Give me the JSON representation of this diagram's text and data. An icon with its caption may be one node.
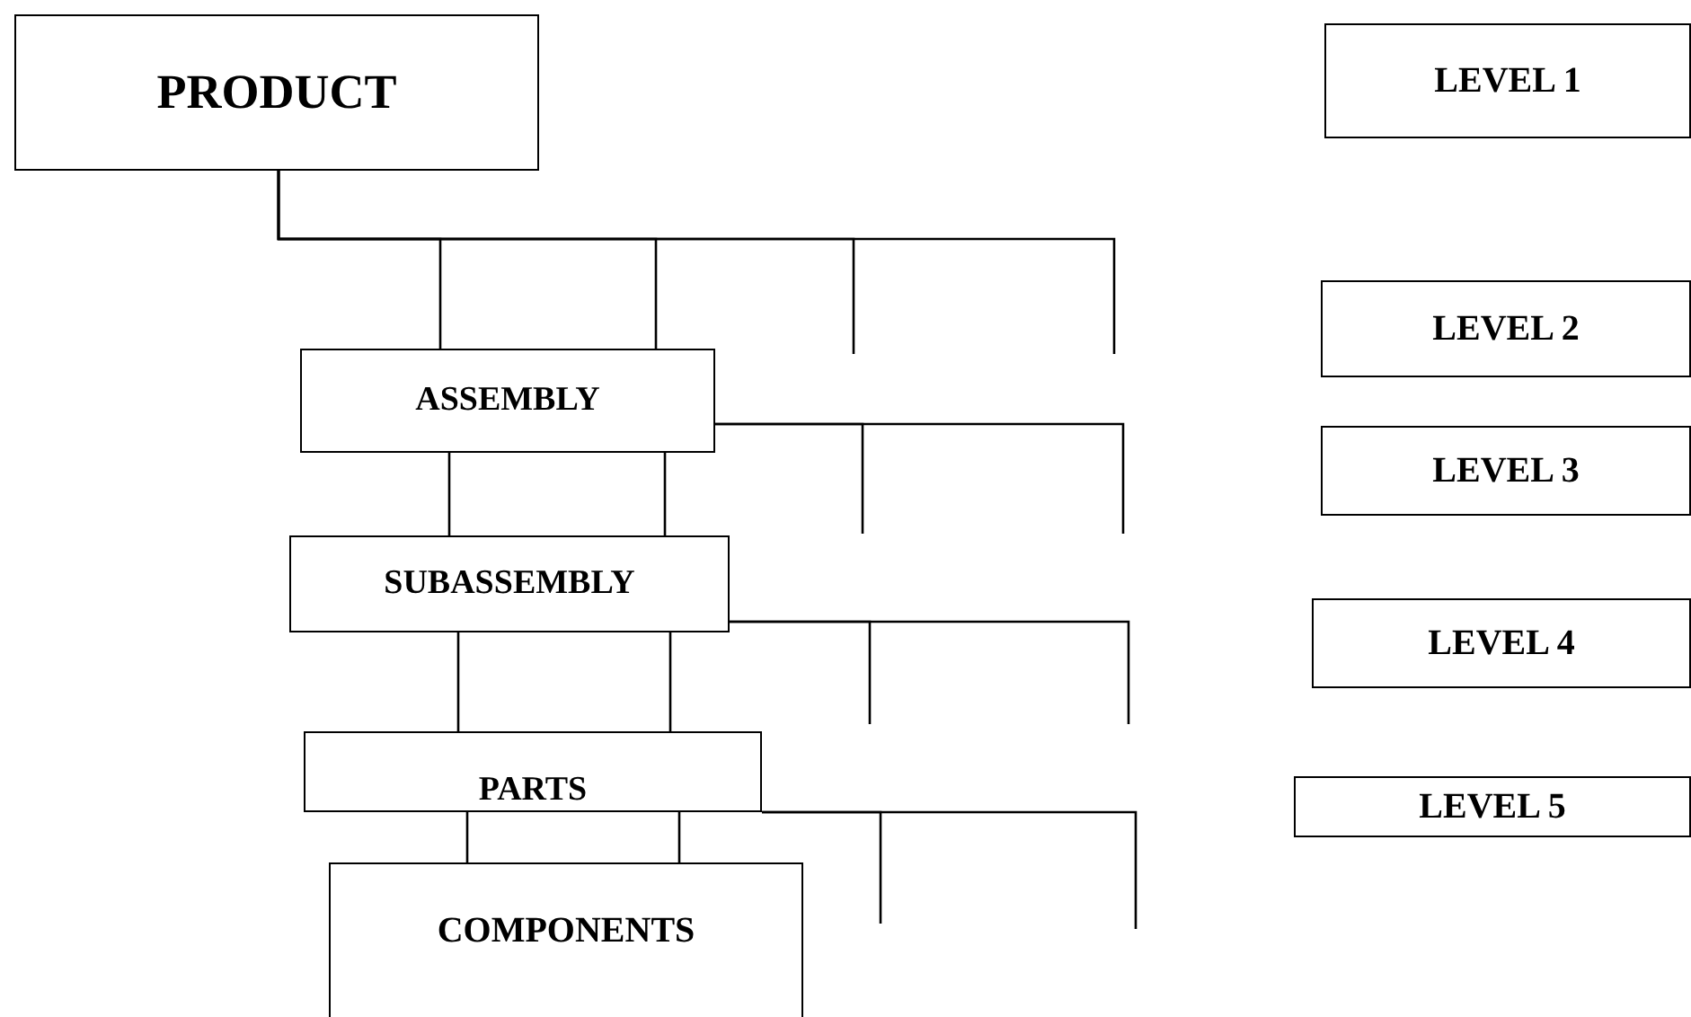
{
  "diagram": {
    "nodes": [
      {
        "text": [
          "PRODUCT"
        ]
      },
      {
        "text": [
          "LEVEL 1"
        ]
      },
      {
        "text": [
          "LEVEL 2"
        ]
      },
      {
        "text": [
          "ASSEMBLY"
        ]
      },
      {
        "text": [
          "LEVEL 3"
        ]
      },
      {
        "text": [
          "SUBASSEMBLY"
        ]
      },
      {
        "text": [
          "LEVEL 4"
        ]
      },
      {
        "text": [
          "PARTS"
        ]
      },
      {
        "text": [
          "LEVEL 5"
        ]
      },
      {
        "text": [
          "COMPONENTS"
        ]
      }
    ],
    "edges": [
      {
        "from": 0,
        "to": 3,
        "arrow": "none"
      },
      {
        "from": 0,
        "to": 3,
        "arrow": "none"
      },
      {
        "from": 0,
        "to": null,
        "arrow": "none"
      },
      {
        "from": 0,
        "to": null,
        "arrow": "none"
      },
      {
        "from": 3,
        "to": 5,
        "arrow": "none"
      },
      {
        "from": 3,
        "to": 5,
        "arrow": "none"
      },
      {
        "from": 3,
        "to": null,
        "arrow": "none"
      },
      {
        "from": 3,
        "to": null,
        "arrow": "none"
      },
      {
        "from": 5,
        "to": 7,
        "arrow": "none"
      },
      {
        "from": 5,
        "to": 7,
        "arrow": "none"
      },
      {
        "from": 5,
        "to": null,
        "arrow": "none"
      },
      {
        "from": 5,
        "to": null,
        "arrow": "none"
      },
      {
        "from": 7,
        "to": 9,
        "arrow": "none"
      },
      {
        "from": 7,
        "to": 9,
        "arrow": "none"
      },
      {
        "from": 7,
        "to": null,
        "arrow": "none"
      },
      {
        "from": 7,
        "to": null,
        "arrow": "none"
      }
    ]
  }
}
